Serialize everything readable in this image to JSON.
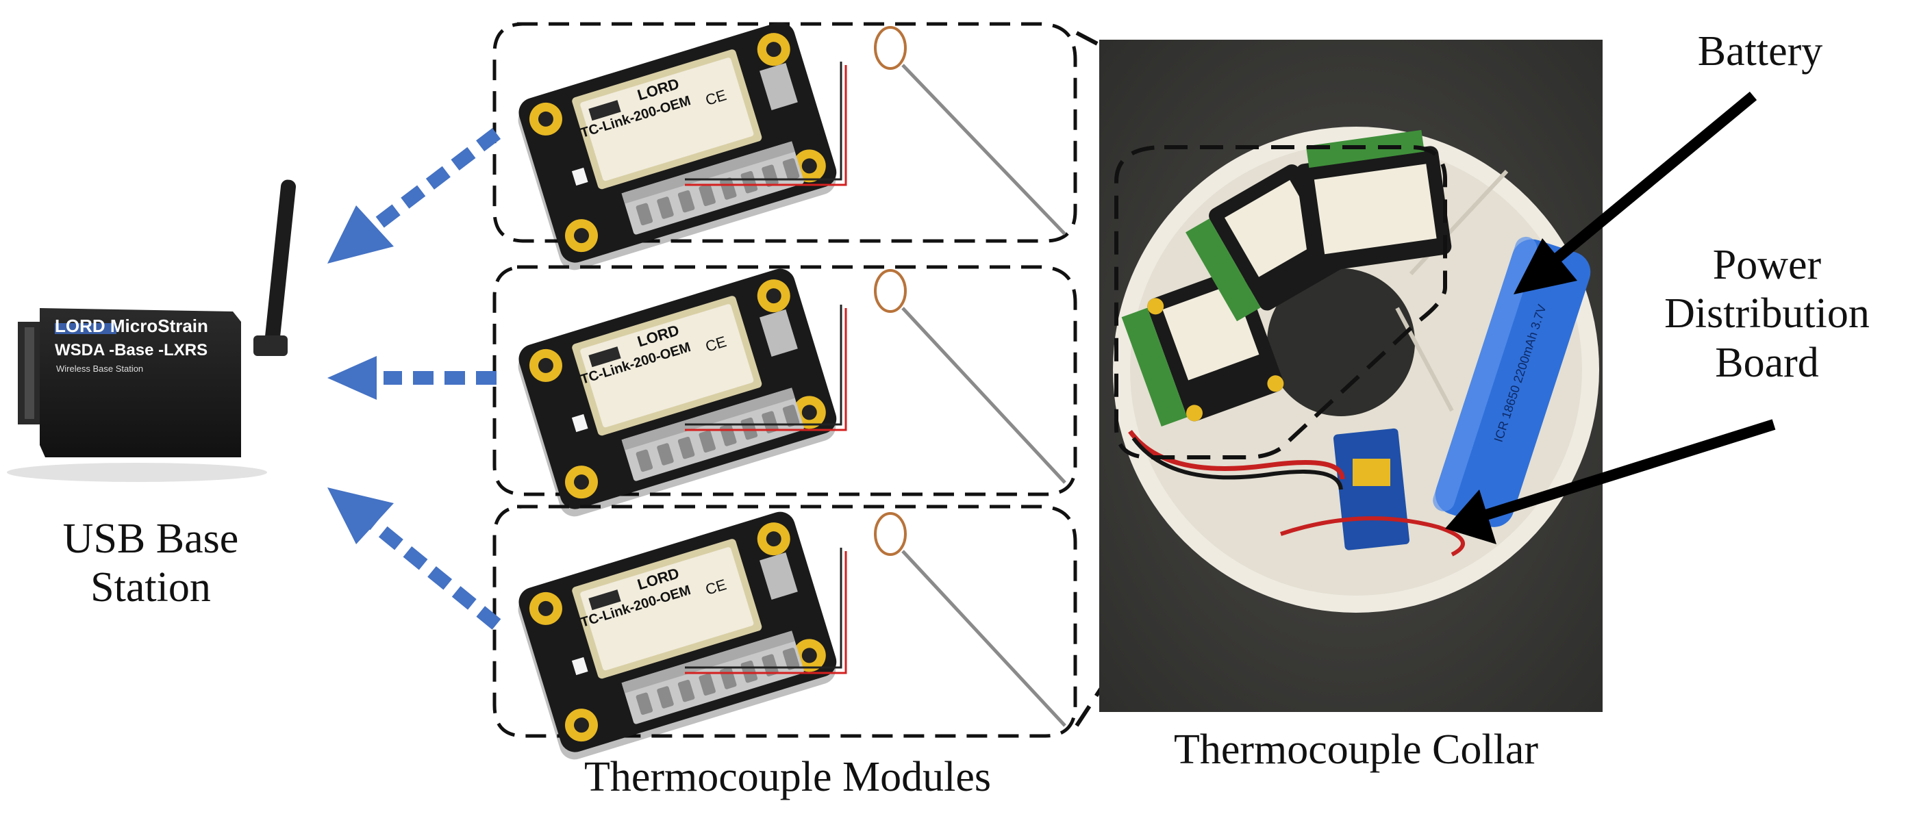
{
  "labels": {
    "base_station": [
      "USB Base",
      "Station"
    ],
    "modules": "Thermocouple Modules",
    "collar": "Thermocouple Collar",
    "battery": "Battery",
    "power_board": [
      "Power",
      "Distribution",
      "Board"
    ]
  },
  "base_station_device": {
    "brand": "LORD MicroStrain",
    "model": "WSDA -Base -LXRS",
    "subtitle": "Wireless Base Station"
  },
  "module_pcb": {
    "brand": "LORD",
    "model": "TC-Link-200-OEM",
    "mark": "CE"
  },
  "battery_print": "ICR 18650 2200mAh 3.7V",
  "module_count": 3,
  "colors": {
    "arrow_blue": "#4472C4",
    "pcb_black": "#1a1a1a",
    "pad_gold": "#E8B923",
    "terminal_gray": "#C8C8C8",
    "wire_red": "#D42020",
    "collar_white": "#EFEBE1",
    "battery_blue": "#2F6FD9",
    "board_green": "#3F8F3A",
    "photo_bg": "#3A3A38"
  }
}
